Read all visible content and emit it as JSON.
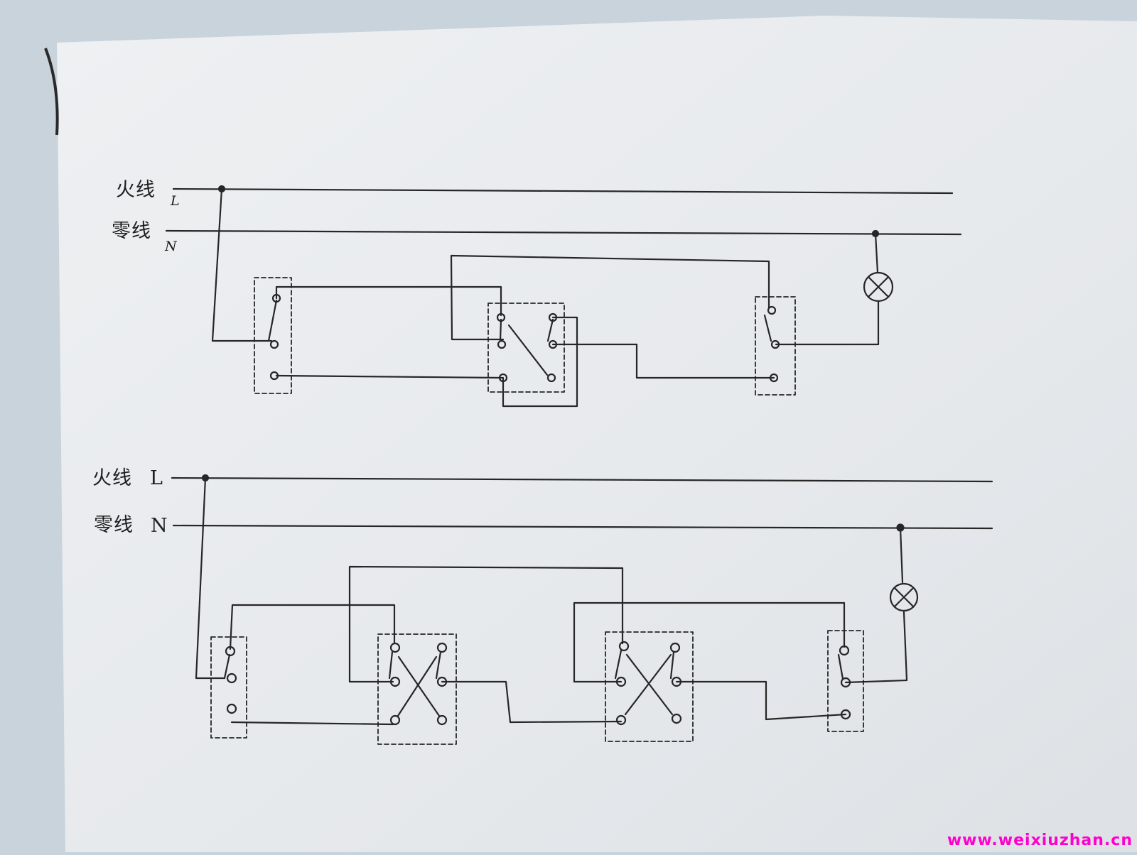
{
  "diagram_top": {
    "live_label": "火线",
    "live_letter": "L",
    "neutral_label": "零线",
    "neutral_letter": "N"
  },
  "diagram_bottom": {
    "live_label": "火线",
    "live_letter": "L",
    "neutral_label": "零线",
    "neutral_letter": "N"
  },
  "watermark": "www.weixiuzhan.cn",
  "colors": {
    "paper": "#e9ecee",
    "background": "#c9d3dc",
    "ink": "#262626",
    "watermark": "#ff00cc"
  },
  "icons": [
    "lamp-icon",
    "switch-terminal-icon"
  ]
}
